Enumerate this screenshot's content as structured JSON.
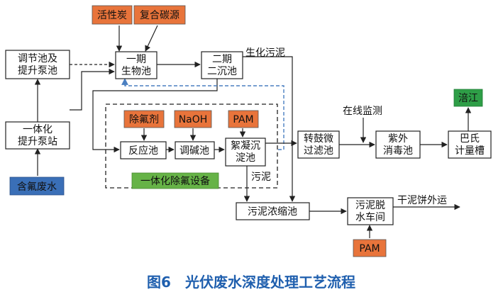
{
  "nodes": {
    "activated_carbon": "活性炭",
    "composite_carbon": "复合碳源",
    "regulating_tank": [
      "调节池及",
      "提升泵池"
    ],
    "bio_tank": [
      "一期",
      "生物池"
    ],
    "secondary_clarifier": [
      "二期",
      "二沉池"
    ],
    "integrated_pump": [
      "一体化",
      "提升泵站"
    ],
    "fluoride_wastewater": "含氟废水",
    "fluoride_remover": "除氟剂",
    "naoh": "NaOH",
    "pam_top": "PAM",
    "reaction_tank": "反应池",
    "alkali_tank": "调碱池",
    "flocculation_tank": [
      "絮凝沉",
      "淀池"
    ],
    "equipment": "一体化除氟设备",
    "drum_filter": [
      "转鼓微",
      "过滤池"
    ],
    "uv_tank": [
      "紫外",
      "消毒池"
    ],
    "parshall": [
      "巴氏",
      "计量槽"
    ],
    "river": "涪江",
    "sludge_thickener": "污泥浓缩池",
    "dewatering": [
      "污泥脱",
      "水车间"
    ],
    "pam_bottom": "PAM"
  },
  "labels": {
    "bio_sludge": "生化污泥",
    "sludge": "污泥",
    "online_monitoring": "在线监测",
    "dry_cake": "干泥饼外运"
  },
  "caption": "图6　光伏废水深度处理工艺流程",
  "colors": {
    "orange": "#e8743b",
    "blue": "#3a6fb7",
    "green": "#2e9e47",
    "equipment_green": "#66b347",
    "caption": "#1f5fae"
  }
}
